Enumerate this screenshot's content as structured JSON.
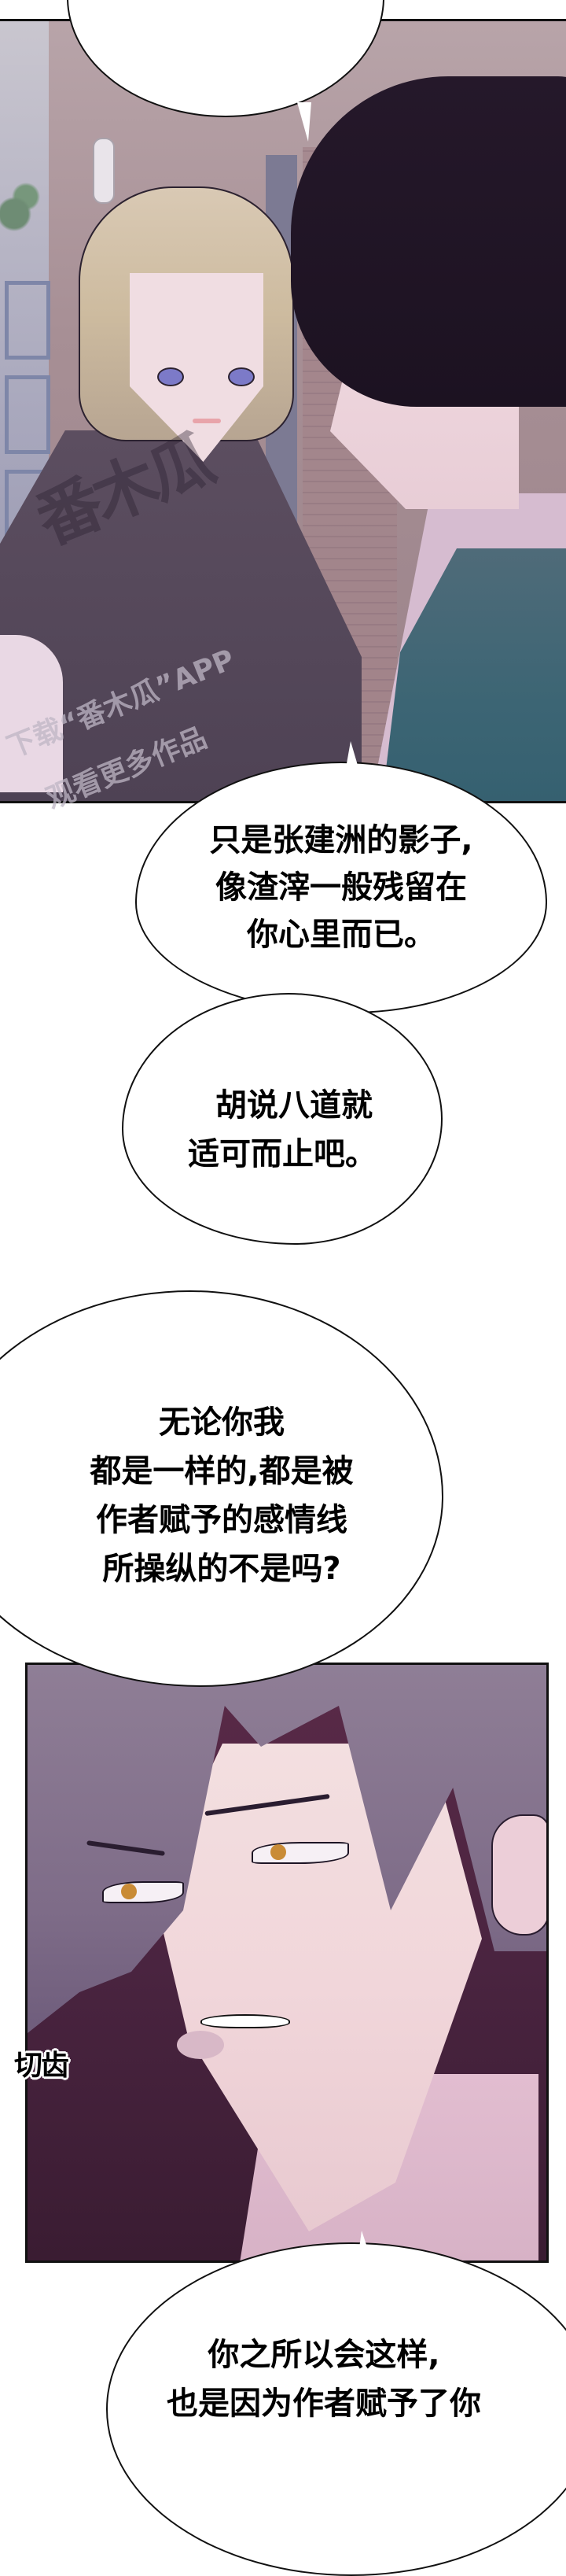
{
  "panels": [
    {
      "id": "panel-1",
      "description": "Blond man with blue eyes looking up at dark-haired man in teal jacket, brick wall background",
      "watermark": {
        "logo_text": "番木瓜",
        "line1": "下载“番木瓜”APP",
        "line2": "观看更多作品"
      }
    },
    {
      "id": "panel-2",
      "description": "Close-up of grey-haired man with amber eyes, frowning and gritting teeth, dark maroon background",
      "sfx": "切齿"
    }
  ],
  "bubbles": [
    {
      "id": "bubble-top",
      "lines": []
    },
    {
      "id": "bubble-1",
      "lines": [
        "只是张建洲的影子,",
        "像渣滓一般残留在",
        "你心里而已。"
      ]
    },
    {
      "id": "bubble-2",
      "lines": [
        "胡说八道就",
        "适可而止吧。"
      ]
    },
    {
      "id": "bubble-3",
      "lines": [
        "无论你我",
        "都是一样的,都是被",
        "作者赋予的感情线",
        "所操纵的不是吗?"
      ]
    },
    {
      "id": "bubble-4",
      "lines": [
        "你之所以会这样,",
        "也是因为作者赋予了你"
      ]
    }
  ],
  "colors": {
    "panel1_bg": "#a78f95",
    "teal_jacket": "#3c6574",
    "dark_shirt": "#4e4254",
    "panel2_bg": "#4a2440",
    "amber_eye": "#c98b36",
    "blue_eye": "#7c7ac8",
    "border": "#111111"
  }
}
